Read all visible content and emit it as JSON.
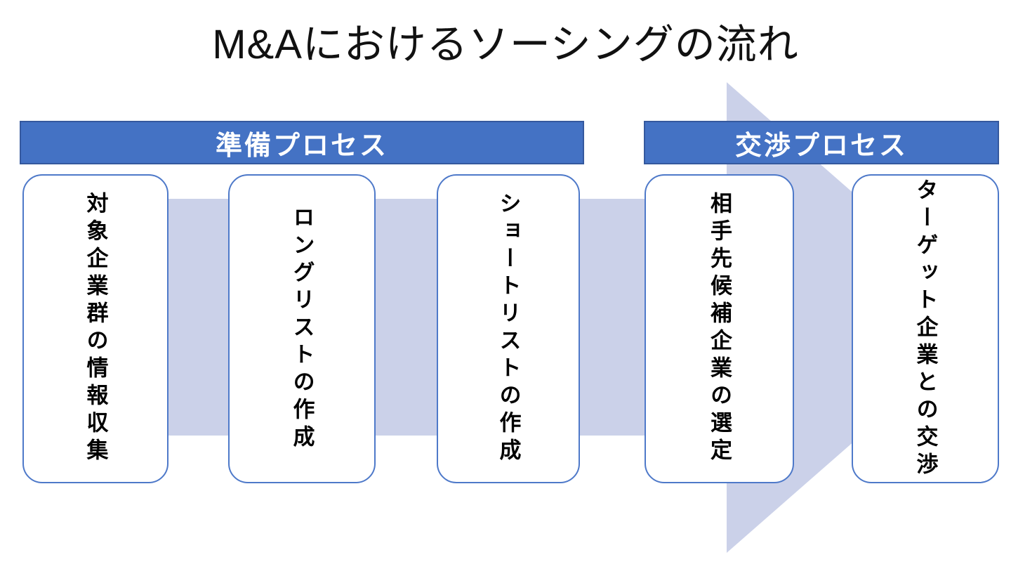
{
  "title": "M&Aにおけるソーシングの流れ",
  "phases": [
    {
      "label": "準備プロセス"
    },
    {
      "label": "交渉プロセス"
    }
  ],
  "steps": [
    {
      "label": "対象企業群の情報収集"
    },
    {
      "label": "ロングリストの作成"
    },
    {
      "label": "ショートリストの作成"
    },
    {
      "label": "相手先候補企業の選定"
    },
    {
      "label": "ターゲット企業との交渉"
    }
  ],
  "colors": {
    "bar-fill": "#4472C4",
    "bar-border": "#35599E",
    "bar-text": "#FFFFFF",
    "box-fill": "#FFFFFF",
    "box-border": "#4E79C9",
    "box-text": "#000000",
    "arrow-fill": "#CBD1E9",
    "title-color": "#111111"
  }
}
